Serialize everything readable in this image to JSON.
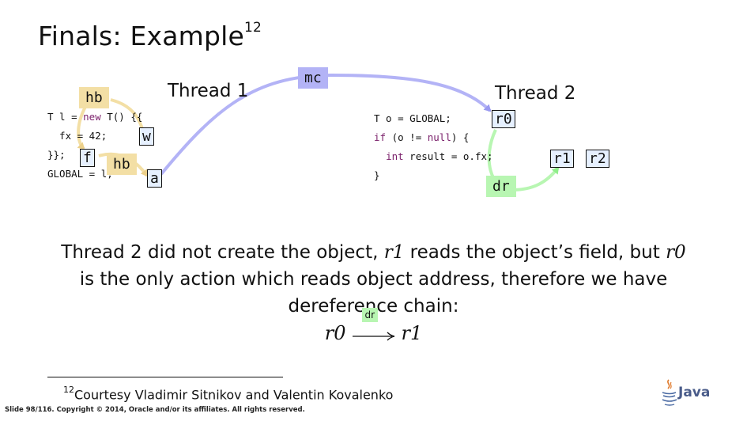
{
  "slide": {
    "title": "Finals: Example",
    "title_sup": "12"
  },
  "thread1": {
    "label": "Thread 1",
    "code": {
      "line1_pre": "T l = ",
      "line1_kw": "new",
      "line1_post": " T() {{",
      "line2": "  fx = 42; ",
      "line3": "}}; ",
      "line4": "GLOBAL = l; "
    },
    "marks": {
      "w": "w",
      "f": "f",
      "a": "a"
    }
  },
  "thread2": {
    "label": "Thread 2",
    "code": {
      "line1": "T o = GLOBAL; ",
      "line2_kw": "if",
      "line2_pre": " (o != ",
      "line2_kw2": "null",
      "line2_post": ") {",
      "line3_pre": "  ",
      "line3_kw": "int",
      "line3_post": " result = o.fx; ",
      "line4": "}"
    },
    "marks": {
      "r0": "r0",
      "r1": "r1",
      "r2": "r2"
    }
  },
  "edges": {
    "hb1": "hb",
    "hb2": "hb",
    "mc": "mc",
    "dr": "dr"
  },
  "colors": {
    "hb": "#f3dfa5",
    "mc": "#b3b3f6",
    "dr": "#b8f6b2",
    "mark": "#e6f0ff"
  },
  "paragraph": {
    "part1": "Thread 2 did not create the object, ",
    "var1": "r1",
    "part2": " reads the object’s field, but ",
    "var2": "r0",
    "line2": "is the only action which reads object address, therefore we have",
    "line3": "dereference chain:"
  },
  "formula": {
    "left": "r0",
    "arrow_label": "dr",
    "right": "r1"
  },
  "footer": {
    "footnote_num": "12",
    "footnote": "Courtesy Vladimir Sitnikov and Valentin Kovalenko",
    "slide_info": "Slide 98/116. Copyright © 2014, Oracle and/or its affiliates. All rights reserved.",
    "logo_text": "Java"
  }
}
